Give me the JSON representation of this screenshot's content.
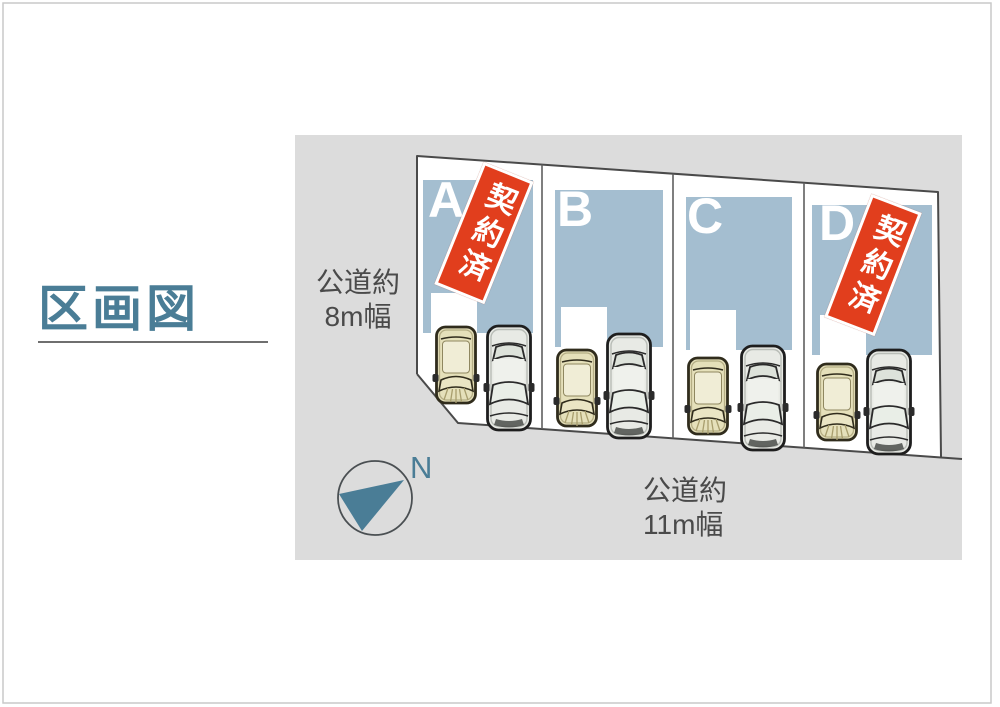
{
  "page": {
    "title": "区画図"
  },
  "roads": {
    "left": {
      "line1": "公道約",
      "line2": "8m幅"
    },
    "bottom": {
      "line1": "公道約",
      "line2": "11m幅"
    }
  },
  "compass": {
    "north_label": "N"
  },
  "lots": [
    {
      "id": "A",
      "label": "A",
      "banner": "契約済",
      "cars": [
        "compact-car",
        "sedan-car"
      ]
    },
    {
      "id": "B",
      "label": "B",
      "banner": "",
      "cars": [
        "compact-car",
        "sedan-car"
      ]
    },
    {
      "id": "C",
      "label": "C",
      "banner": "",
      "cars": [
        "compact-car",
        "sedan-car"
      ]
    },
    {
      "id": "D",
      "label": "D",
      "banner": "契約済",
      "cars": [
        "compact-car",
        "sedan-car"
      ]
    }
  ],
  "colors": {
    "road_gray": "#dcdcdc",
    "plot_white": "#ffffff",
    "building_blue": "#a4bed0",
    "sold_red": "#e13e1d",
    "accent_teal": "#4a7d96",
    "outline_gray": "#4a4a4a"
  }
}
